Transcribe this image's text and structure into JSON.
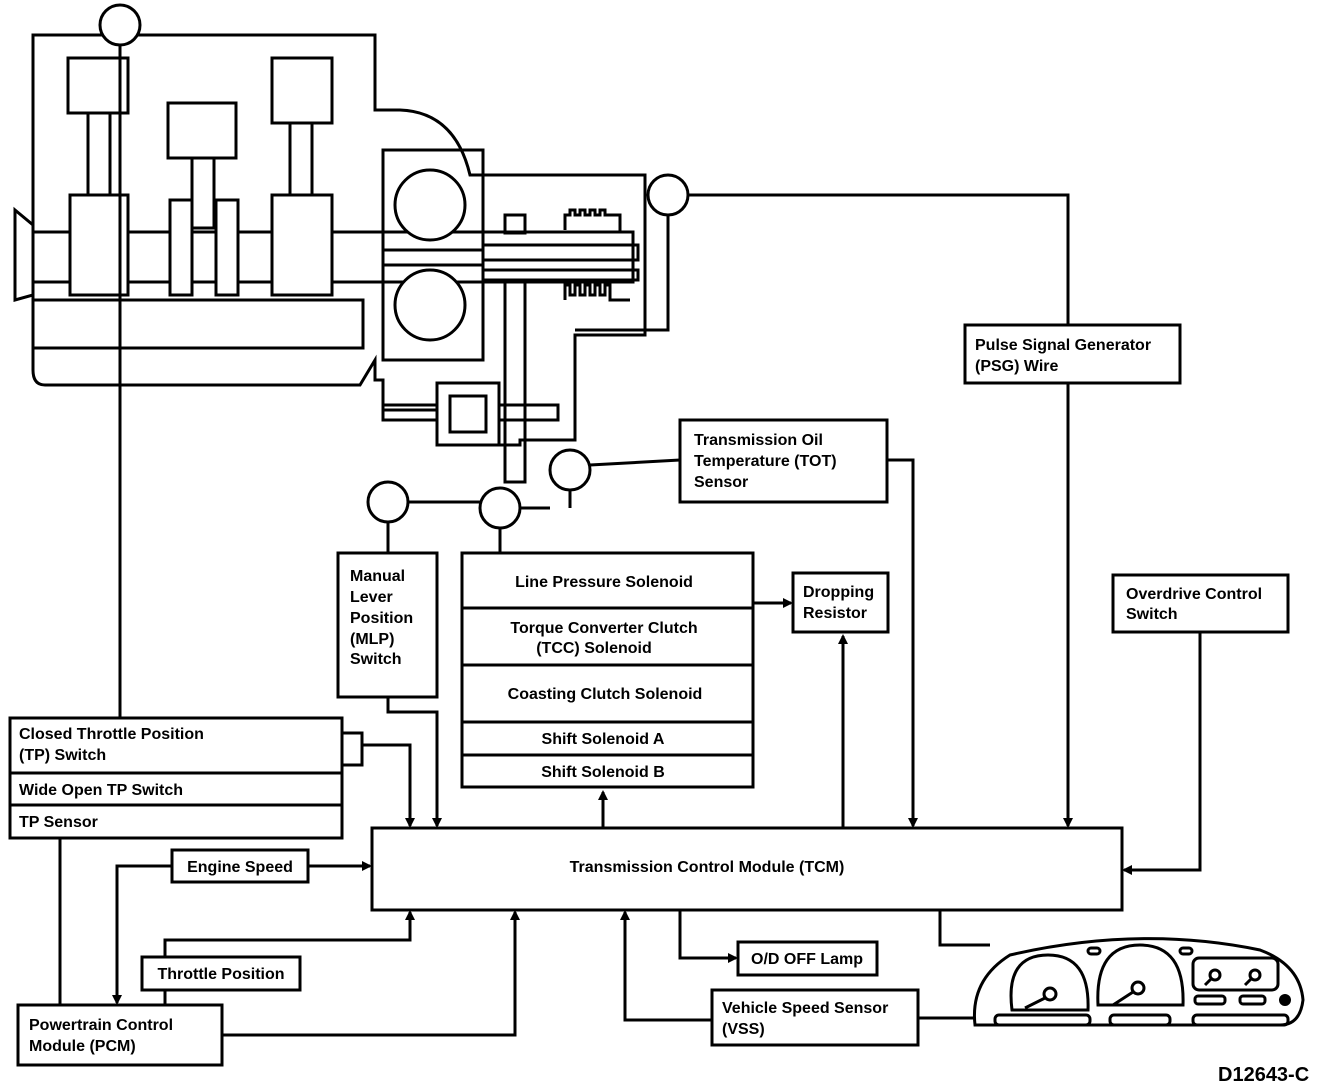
{
  "figure_id": "D12643-C",
  "labels": {
    "psg": [
      "Pulse Signal Generator",
      "(PSG) Wire"
    ],
    "tot": [
      "Transmission Oil",
      "Temperature (TOT)",
      "Sensor"
    ],
    "mlp": [
      "Manual",
      "Lever",
      "Position",
      "(MLP)",
      "Switch"
    ],
    "line_pressure": "Line Pressure Solenoid",
    "tcc": [
      "Torque Converter Clutch",
      "(TCC) Solenoid"
    ],
    "coasting": "Coasting Clutch Solenoid",
    "shift_a": "Shift Solenoid A",
    "shift_b": "Shift Solenoid B",
    "dropping": [
      "Dropping",
      "Resistor"
    ],
    "overdrive": [
      "Overdrive Control",
      "Switch"
    ],
    "closed_tp": [
      "Closed Throttle Position",
      "(TP) Switch"
    ],
    "wot": "Wide Open TP Switch",
    "tp_sensor": "TP Sensor",
    "engine_speed": "Engine Speed",
    "tcm": "Transmission Control Module (TCM)",
    "throttle_position": "Throttle Position",
    "pcm": [
      "Powertrain Control",
      "Module (PCM)"
    ],
    "od_lamp": "O/D OFF Lamp",
    "vss": [
      "Vehicle Speed Sensor",
      "(VSS)"
    ]
  }
}
